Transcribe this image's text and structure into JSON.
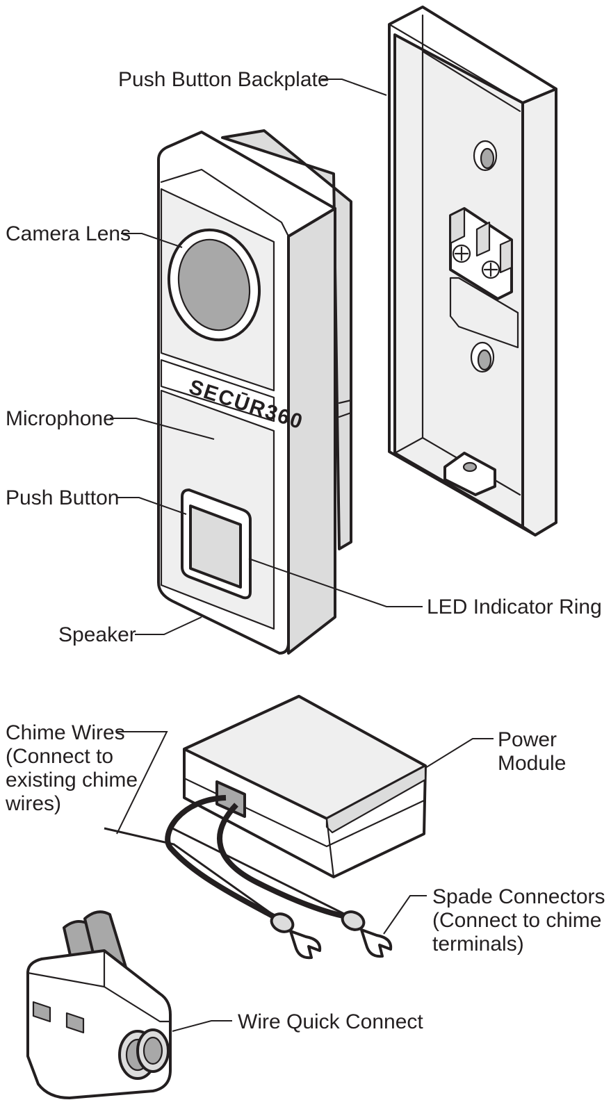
{
  "brand": "SECŪR360",
  "labels": {
    "backplate": "Push Button Backplate",
    "camera_lens": "Camera Lens",
    "microphone": "Microphone",
    "push_button": "Push Button",
    "speaker": "Speaker",
    "led_ring": "LED Indicator Ring",
    "chime_wires": [
      "Chime Wires",
      "(Connect to",
      "existing chime",
      "wires)"
    ],
    "power_module": [
      "Power",
      "Module"
    ],
    "spade_connectors": [
      "Spade Connectors",
      "(Connect to chime",
      "terminals)"
    ],
    "wire_quick_connect": "Wire Quick Connect"
  }
}
